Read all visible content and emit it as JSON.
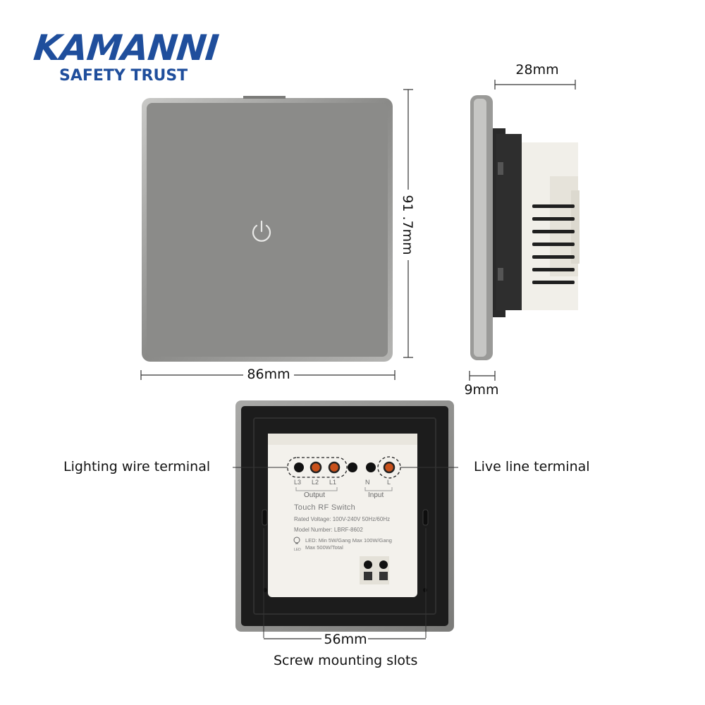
{
  "brand": {
    "name": "KAMANNI",
    "tagline": "SAFETY TRUST"
  },
  "dimensions": {
    "front_width": "86mm",
    "front_height": "91 .7mm",
    "side_depth": "28mm",
    "side_panel": "9mm",
    "back_span": "56mm"
  },
  "callouts": {
    "lighting": "Lighting wire terminal",
    "live": "Live line terminal",
    "screw": "Screw mounting slots"
  },
  "module": {
    "terminals": [
      "L3",
      "L2",
      "L1",
      "N",
      "L"
    ],
    "output_label": "Output",
    "input_label": "Input",
    "title": "Touch RF Switch",
    "rated": "Rated Voltage: 100V-240V 50Hz/60Hz",
    "model": "Model Number: LBRF-8602",
    "led_line1": "LED:  Min 5W/Gang Max 100W/Gang",
    "led_line2": "Max 500W/Total",
    "led_icon_label": "LED"
  },
  "icons": {
    "power": "power-icon",
    "bulb": "bulb-icon"
  },
  "colors": {
    "brand_blue": "#1f4e9c",
    "terminal_orange": "#c8501a",
    "panel_grey": "#8d8d8b",
    "back_black": "#1c1c1c",
    "module_white": "#f3f1ec"
  }
}
